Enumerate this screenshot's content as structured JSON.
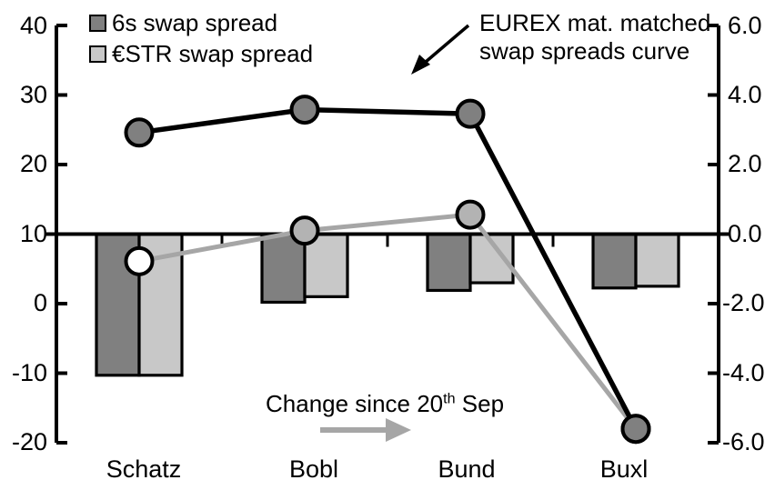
{
  "chart_data": {
    "type": "bar",
    "title": "",
    "subtitle": "",
    "xlabel": "",
    "categories": [
      "Schatz",
      "Bobl",
      "Bund",
      "Buxl"
    ],
    "grid": false,
    "legend_position": "top-left",
    "axes": {
      "left": {
        "label": "",
        "ylim": [
          -20,
          40
        ],
        "ticks": [
          40,
          30,
          20,
          10,
          0,
          -10,
          -20
        ],
        "tick_labels": [
          "40",
          "30",
          "20",
          "10",
          "0",
          "-10",
          "-20"
        ],
        "zero_reference_value": 10
      },
      "right": {
        "label": "",
        "ylim": [
          -6.0,
          6.0
        ],
        "ticks": [
          6.0,
          4.0,
          2.0,
          0.0,
          -2.0,
          -4.0,
          -6.0
        ],
        "tick_labels": [
          "6.0",
          "4.0",
          "2.0",
          "0.0",
          "-2.0",
          "-4.0",
          "-6.0"
        ],
        "zero_reference_value": 0.0
      }
    },
    "series": [
      {
        "name": "6s swap spread",
        "kind": "bar",
        "axis": "right",
        "color": "#808080",
        "edge_color": "#000000",
        "values": [
          -4.06,
          -1.96,
          -1.62,
          -1.55
        ]
      },
      {
        "name": "€STR swap spread",
        "kind": "bar",
        "axis": "right",
        "color": "#c8c8c8",
        "edge_color": "#000000",
        "values": [
          -4.06,
          -1.8,
          -1.4,
          -1.5
        ]
      },
      {
        "name": "EUREX mat. matched swap spreads curve",
        "kind": "line",
        "axis": "left",
        "color": "#000000",
        "marker_fill": "#808080",
        "values": [
          24.6,
          27.9,
          27.3,
          -18.0
        ]
      },
      {
        "name": "Change since 20th Sep",
        "kind": "line",
        "axis": "left",
        "color": "#a6a6a6",
        "marker_fill": "#ffffff",
        "marker_fill_alt": "#b3b3b3",
        "values": [
          6.1,
          10.5,
          12.8,
          -18.0
        ]
      }
    ]
  },
  "legend": {
    "items": [
      {
        "label": "6s swap spread",
        "color": "#808080"
      },
      {
        "label": "€STR swap spread",
        "color": "#c8c8c8"
      }
    ]
  },
  "annotations": {
    "curve_callout": {
      "line1": "EUREX mat. matched",
      "line2": "swap spreads curve"
    },
    "change_callout": {
      "prefix": "Change since 20",
      "superscript": "th",
      "suffix": " Sep"
    }
  },
  "axis_left_labels": [
    "40",
    "30",
    "20",
    "10",
    "0",
    "-10",
    "-20"
  ],
  "axis_right_labels": [
    "6.0",
    "4.0",
    "2.0",
    "0.0",
    "-2.0",
    "-4.0",
    "-6.0"
  ],
  "category_labels": [
    "Schatz",
    "Bobl",
    "Bund",
    "Buxl"
  ]
}
